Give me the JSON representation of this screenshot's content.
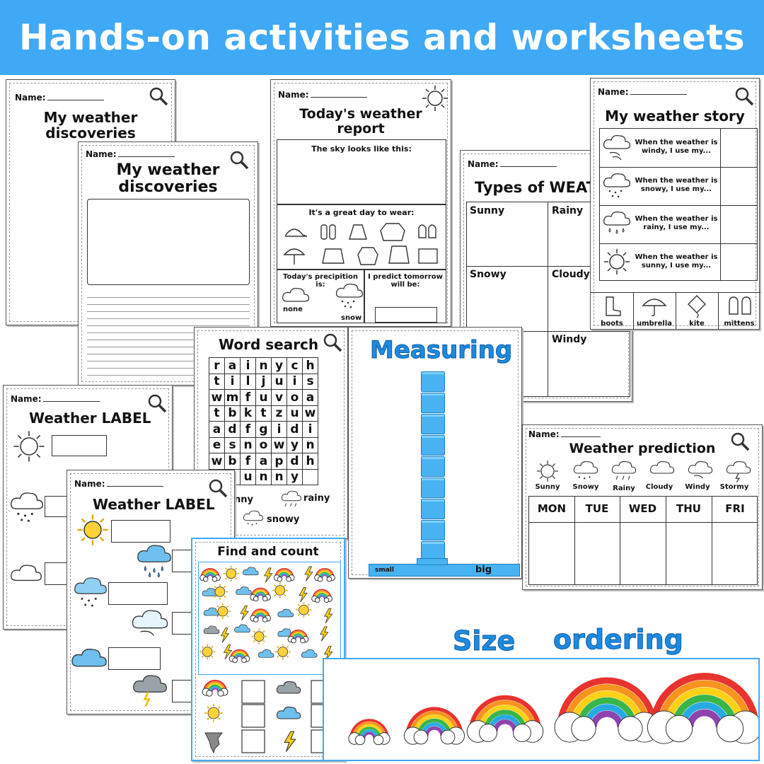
{
  "banner": {
    "title": "Hands-on activities and worksheets"
  },
  "common": {
    "name_label": "Name:"
  },
  "discoveries": {
    "title_line1": "My weather",
    "title_line2": "discoveries"
  },
  "report": {
    "title_line1": "Today's weather",
    "title_line2": "report",
    "sky": "The sky looks like this:",
    "wear": "It's a great day to wear:",
    "precip": "Today's precipition is:",
    "predict": "I predict tomorrow will be:",
    "none": "none",
    "snow": "snow"
  },
  "types": {
    "title": "Types of WEAT",
    "cells": [
      "Sunny",
      "Rainy",
      "Snowy",
      "Cloudy",
      "Windy"
    ]
  },
  "story": {
    "title": "My weather story",
    "rows": [
      "When the weather is windy, I use my...",
      "When the weather is snowy, I use my...",
      "When the weather is rainy, I use my...",
      "When the weather is sunny, I use my..."
    ],
    "items": [
      "boots",
      "umbrella",
      "kite",
      "mittens"
    ]
  },
  "wordsearch": {
    "title": "Word search",
    "grid": [
      "rainych",
      "tiljuis",
      "wmfuvoa",
      "tbktzuw",
      "adfgidi",
      "esnowyn",
      "wbfapdh",
      "nsunny"
    ],
    "words": [
      "nny",
      "rainy",
      "snowy"
    ]
  },
  "label": {
    "title": "Weather LABEL"
  },
  "measuring": {
    "title": "Measuring",
    "small": "small",
    "big": "big"
  },
  "find": {
    "title": "Find and count"
  },
  "prediction": {
    "title": "Weather prediction",
    "types": [
      "Sunny",
      "Snowy",
      "Rainy",
      "Cloudy",
      "Windy",
      "Stormy"
    ],
    "days": [
      "MON",
      "TUE",
      "WED",
      "THU",
      "FRI"
    ]
  },
  "size": {
    "word1": "Size",
    "word2": "ordering"
  },
  "colors": {
    "banner": "#3fa9f5",
    "accent": "#1e8ae0",
    "block": "#48b3f0"
  }
}
